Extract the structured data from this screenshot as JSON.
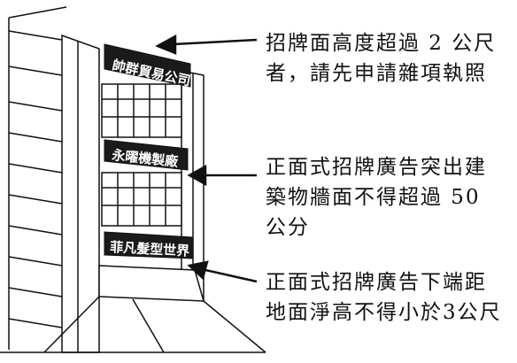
{
  "signs": {
    "top": "帥群貿易公司",
    "middle": "永曜機製廠",
    "bottom": "菲凡髮型世界"
  },
  "annotations": {
    "note1": "招牌面高度超過 2 公尺\n者，請先申請雜項執照",
    "note2": "正面式招牌廣告突出建\n築物牆面不得超過 50\n公分",
    "note3": "正面式招牌廣告下端距\n地面淨高不得小於3公尺"
  },
  "colors": {
    "ink": "#111111",
    "sign_fill": "#1a1a1a",
    "background": "#ffffff"
  }
}
